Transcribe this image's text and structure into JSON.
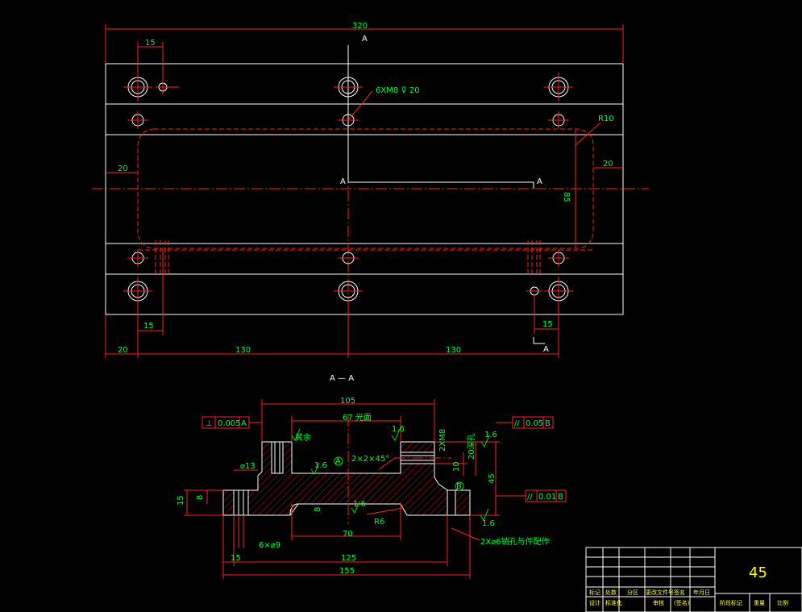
{
  "top_view": {
    "dims": {
      "overall_width": "320",
      "left_hole_offset": "15",
      "bottom_left_offset": "15",
      "bottom_right_offset": "15",
      "left_margin": "20",
      "right_margin": "20",
      "left_edge": "20",
      "span_left": "130",
      "span_right": "130",
      "slot_height": "85"
    },
    "callouts": {
      "thread": "6XM8 ⊽ 20",
      "radius": "R10"
    },
    "section_marks": {
      "top": "A",
      "mid_left": "A",
      "mid_right": "A",
      "bottom": "A"
    }
  },
  "section_view": {
    "title": "A — A",
    "dims": {
      "top_width": "105",
      "inner_width": "67",
      "inner_suffix": "光面",
      "chamfer": "2×2×45°",
      "dia13": "⌀13",
      "left_15": "15",
      "left_8": "8",
      "inner_8": "8",
      "bottom_70": "70",
      "r6": "R6",
      "holes": "6×⌀9",
      "b15": "15",
      "b125": "125",
      "b155": "155",
      "thread": "2XM8",
      "depth20": "20深孔",
      "ten": "10",
      "h45": "45",
      "note_bottom": "2X⌀6销孔与件配作"
    },
    "tolerances": {
      "perp": {
        "symbol": "⊥",
        "value": "0.005",
        "datum": "A"
      },
      "par1": {
        "symbol": "//",
        "value": "0.05",
        "datum": "B"
      },
      "par2": {
        "symbol": "//",
        "value": "0.01",
        "datum": "B"
      }
    },
    "datums": {
      "a": "A",
      "b": "B"
    },
    "roughness": [
      "1.6",
      "1.6",
      "1.6",
      "1.6",
      "1.6",
      "其余"
    ]
  },
  "title_block": {
    "material": "45",
    "row1": [
      "标记",
      "处数",
      "分区",
      "更改文件号",
      "签名",
      "年月日"
    ],
    "row2": [
      "设计",
      "标准化",
      "",
      "审核",
      "(签名)",
      ""
    ],
    "right_labels": [
      "阶段标记",
      "重量",
      "比例"
    ]
  }
}
